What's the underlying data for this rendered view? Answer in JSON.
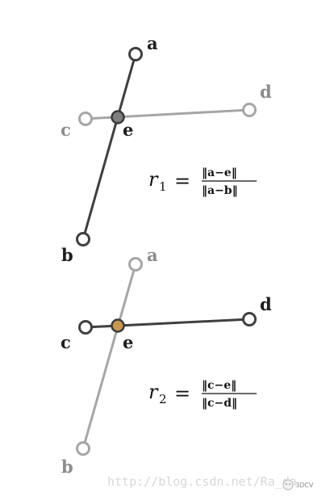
{
  "colors": {
    "active": "#3f3f3f",
    "inactive": "#a6a6a6",
    "label_active": "#1e1e1e",
    "label_inactive": "#8c8c8c",
    "intersection_top": "#7f7f7f",
    "intersection_bottom": "#c8974f",
    "watermark": "#d8d8d8"
  },
  "top_panel": {
    "labels": {
      "a": "a",
      "b": "b",
      "c": "c",
      "d": "d",
      "e": "e"
    },
    "formula": {
      "var": "r",
      "sub": "1",
      "eq": "=",
      "numerator": "‖a−e‖",
      "denominator": "‖a−b‖"
    }
  },
  "bottom_panel": {
    "labels": {
      "a": "a",
      "b": "b",
      "c": "c",
      "d": "d",
      "e": "e"
    },
    "formula": {
      "var": "r",
      "sub": "2",
      "eq": "=",
      "numerator": "‖c−e‖",
      "denominator": "‖c−d‖"
    }
  },
  "watermark": {
    "url": "http://blog.csdn.net/Ra_da",
    "badge": "3DCV"
  }
}
